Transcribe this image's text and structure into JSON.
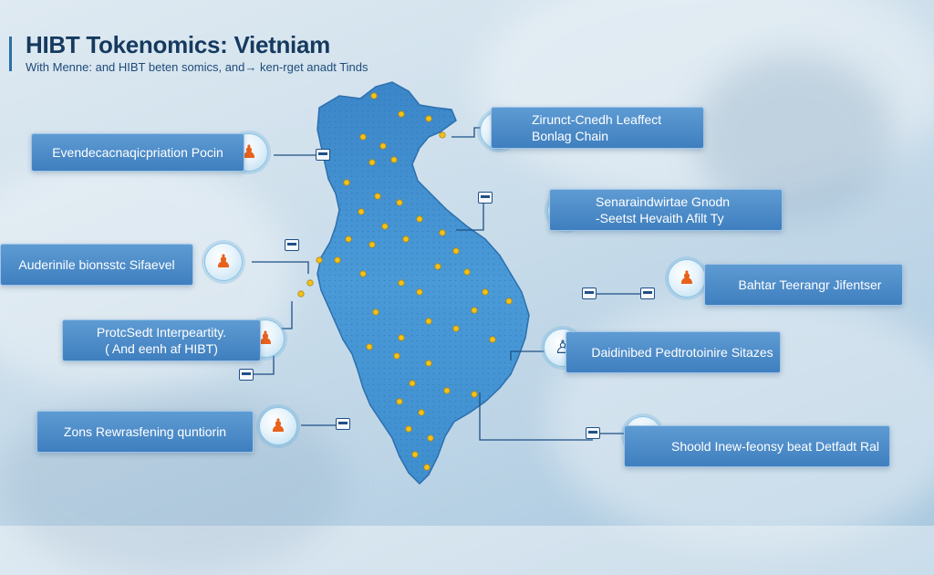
{
  "header": {
    "title": "HIBT Tokenomics: Vietniam",
    "subtitle": "With Menne: and HIBT beten somics, and→ ken-rget anadt Tinds"
  },
  "features_left": [
    {
      "lines": [
        "Evendecacnaqicpriation Pocin"
      ],
      "icon": "token-figure-icon"
    },
    {
      "lines": [
        "Auderinile bionsstc Sifaevel"
      ],
      "icon": "token-figure-icon"
    },
    {
      "lines": [
        "ProtcSedt Interpeartity.",
        "( And eenh af HIBT)"
      ],
      "icon": "token-figure-icon"
    },
    {
      "lines": [
        "Zons Rewrasfening quntiorin"
      ],
      "icon": "token-figure-icon"
    }
  ],
  "features_right": [
    {
      "lines": [
        "Zirunct-Cnedh Leaffect",
        "Bonlag Chain"
      ],
      "icon": "building-icon"
    },
    {
      "lines": [
        "Senaraindwirtae Gnodn",
        "-Seetst Hevaith Afilt Ty"
      ],
      "icon": "building-icon"
    },
    {
      "lines": [
        "Bahtar Teerangr Jifentser"
      ],
      "icon": "token-figure-icon"
    },
    {
      "lines": [
        "Daidinibed Pedtrotoinire Sitazes"
      ],
      "icon": "person-icon"
    },
    {
      "lines": [
        "Shoold Inew-feonsy beat Detfadt Ral"
      ],
      "icon": "token-figure-icon"
    }
  ],
  "colors": {
    "box_fill": "#4a8cc9",
    "map_fill": "#3c8fd0",
    "marker": "#f2c21b",
    "connector": "#1f4f86",
    "title": "#163a5f"
  }
}
